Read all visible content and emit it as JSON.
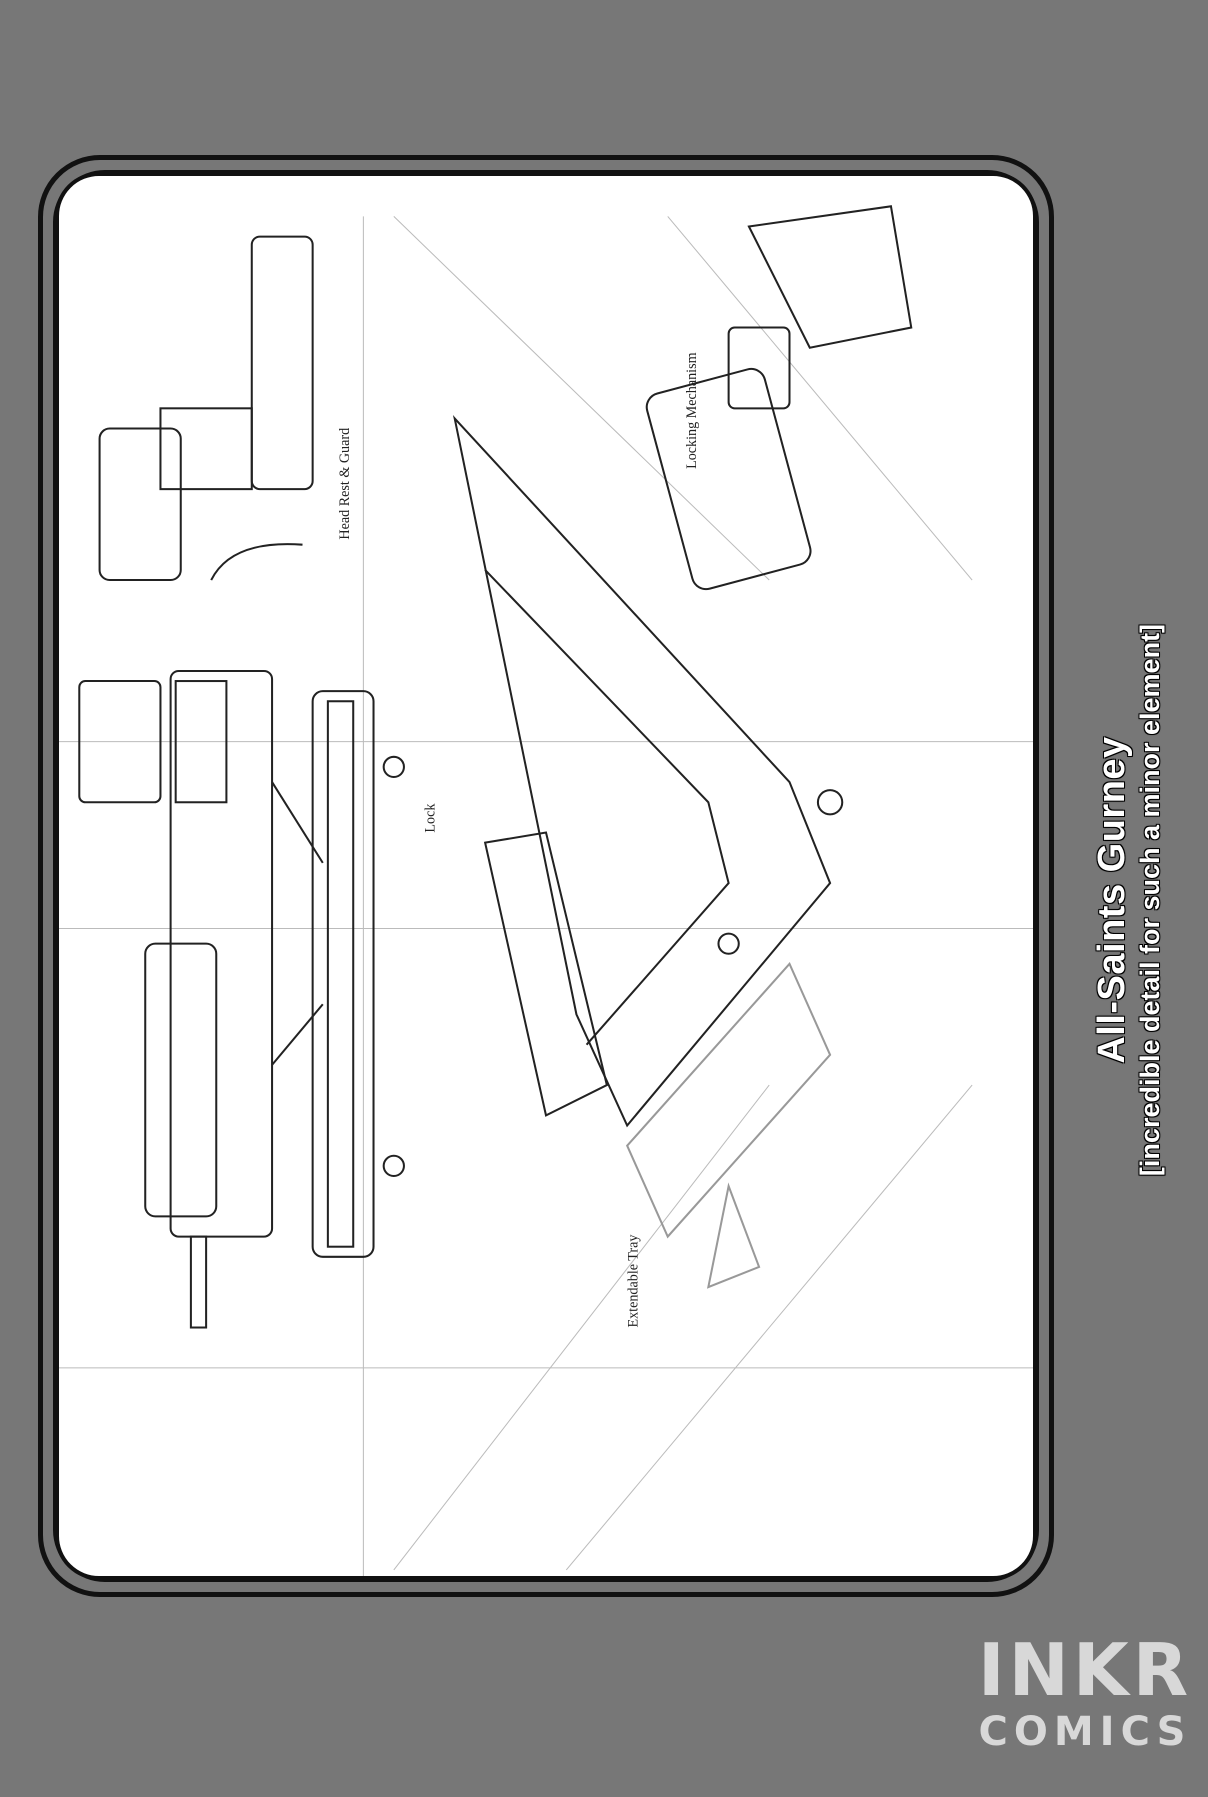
{
  "caption": {
    "title": "All-Saints Gurney",
    "subtitle": "[incredible detail for such a minor element]"
  },
  "sketch_labels": {
    "head_rest": "Head Rest & Guard",
    "locking": "Locking Mechanism",
    "lock": "Lock",
    "tray": "Extendable Tray"
  },
  "watermark": {
    "brand": "INKR",
    "sub": "COMICS"
  },
  "colors": {
    "background": "#777777",
    "panel": "#ffffff",
    "ink": "#111111"
  }
}
